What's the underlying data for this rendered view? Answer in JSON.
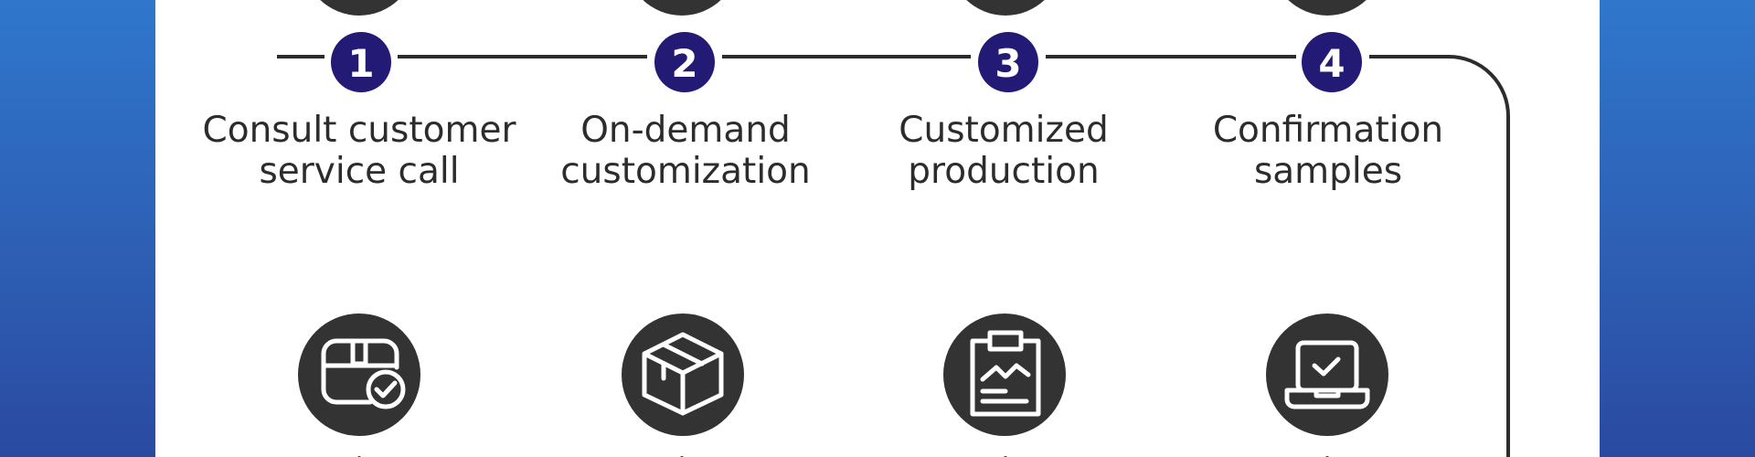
{
  "colors": {
    "background_top": "#2f77cc",
    "background_bottom": "#2a4aa0",
    "panel": "#ffffff",
    "accent_circle": "#231a75",
    "icon_circle": "#333333",
    "line": "#2c2c2c"
  },
  "steps": [
    {
      "number": "1",
      "label": "Consult customer\nservice call",
      "icon": "package-check-icon"
    },
    {
      "number": "2",
      "label": "On-demand\ncustomization",
      "icon": "box-icon"
    },
    {
      "number": "3",
      "label": "Customized\nproduction",
      "icon": "clipboard-chart-icon"
    },
    {
      "number": "4",
      "label": "Confirmation\nsamples",
      "icon": "laptop-check-icon"
    }
  ]
}
